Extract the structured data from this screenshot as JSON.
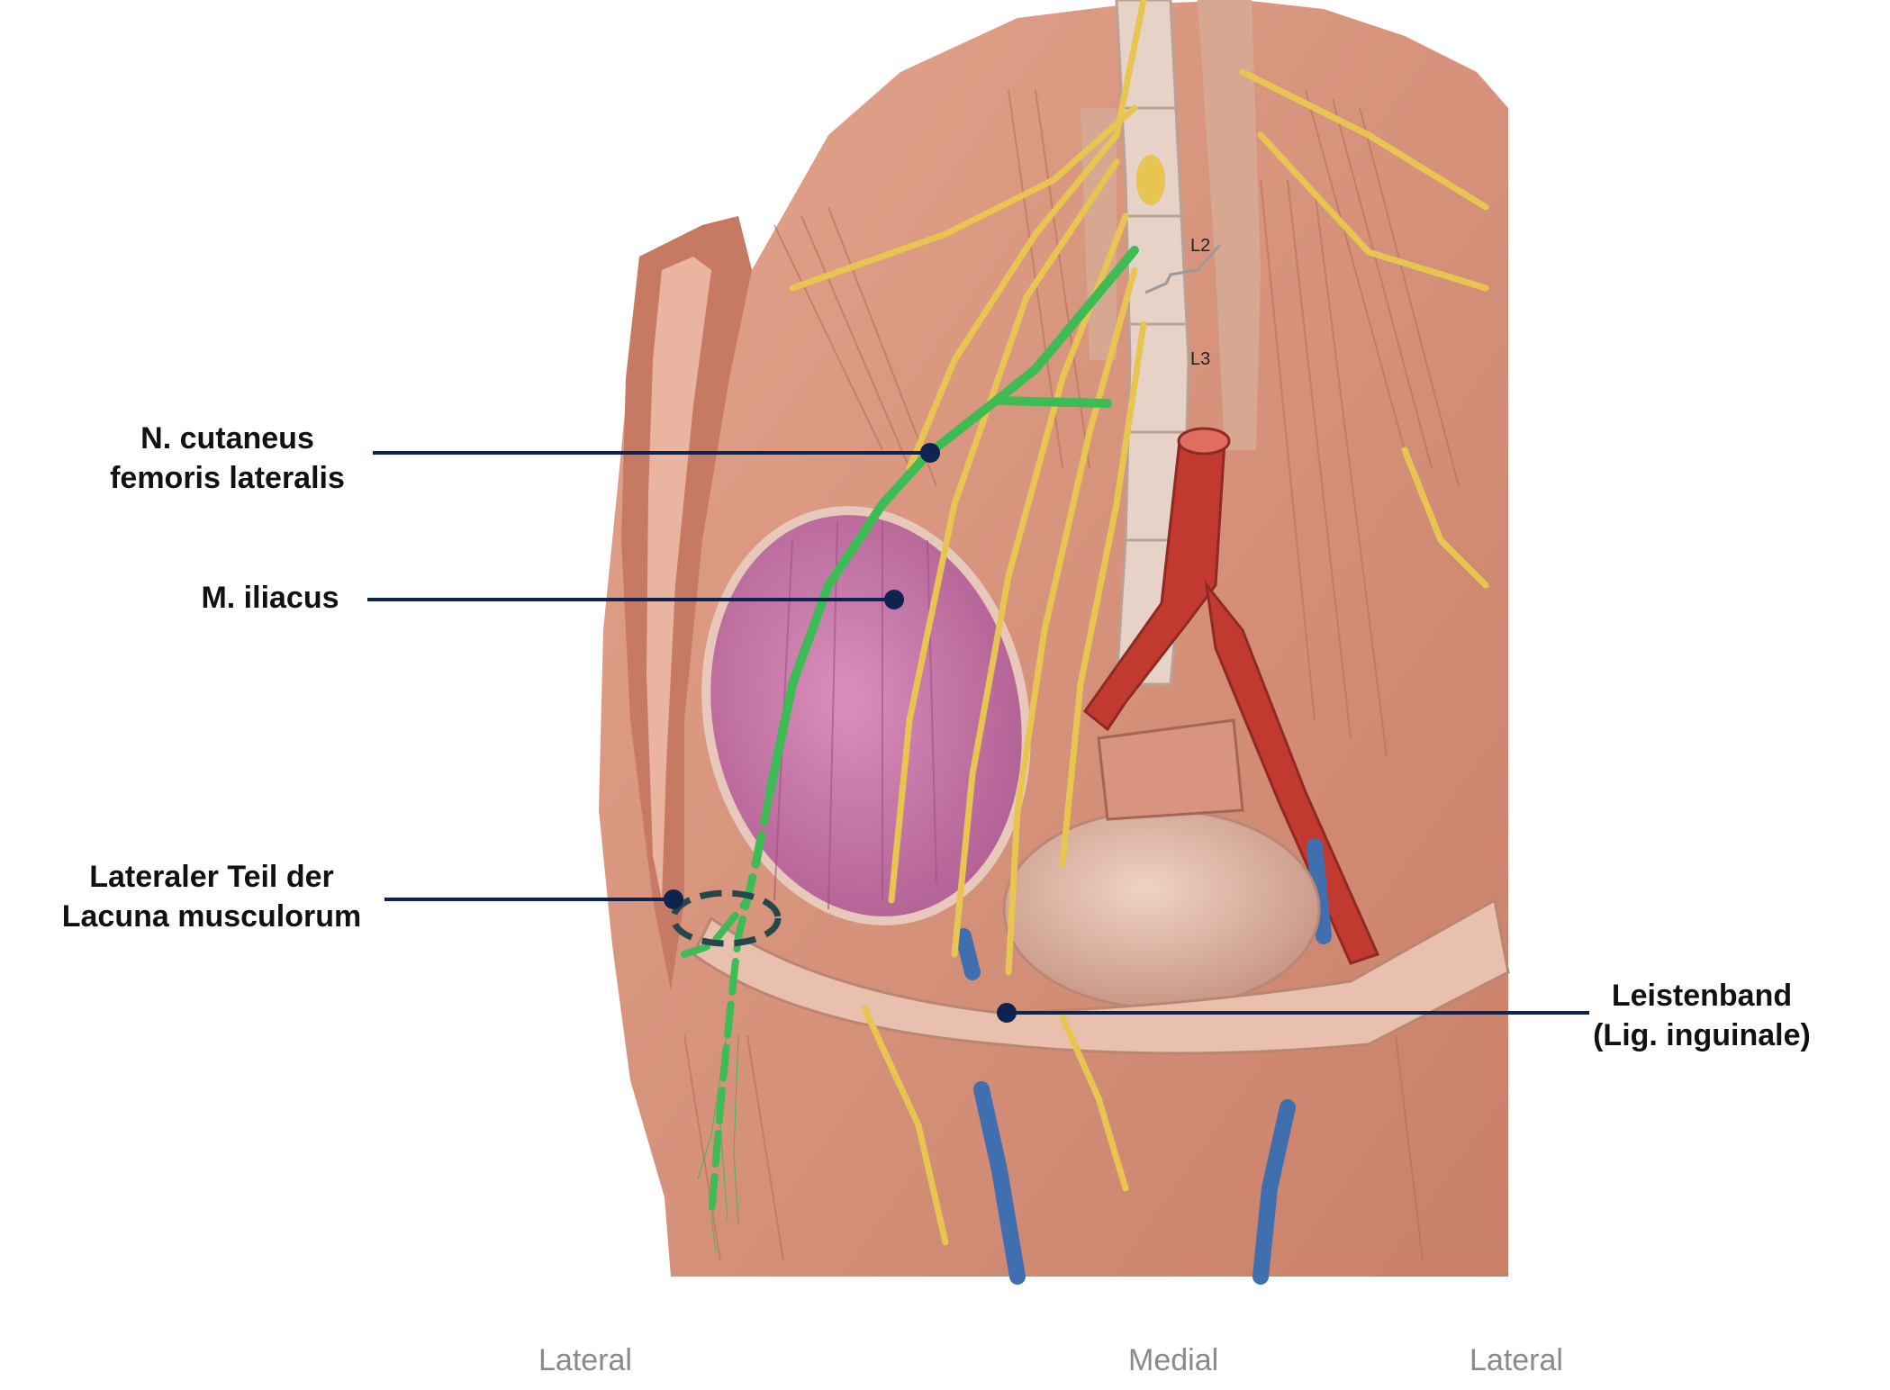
{
  "labels": {
    "n_cutaneus": {
      "line1": "N. cutaneus",
      "line2": "femoris lateralis"
    },
    "m_iliacus": "M. iliacus",
    "lacuna": {
      "line1": "Lateraler Teil der",
      "line2": "Lacuna musculorum"
    },
    "leistenband": {
      "line1": "Leistenband",
      "line2": "(Lig. inguinale)"
    }
  },
  "vertebrae": {
    "l2": "L2",
    "l3": "L3"
  },
  "orientation": {
    "left": "Lateral",
    "center": "Medial",
    "right": "Lateral"
  },
  "colors": {
    "muscle": "#d9967e",
    "muscle_dark": "#b46a55",
    "iliacus": "#c97aa8",
    "nerve": "#e8c451",
    "artery": "#c2392f",
    "vein": "#3f6fae",
    "highlight_nerve": "#3dbb55",
    "leader": "#0d2350"
  }
}
